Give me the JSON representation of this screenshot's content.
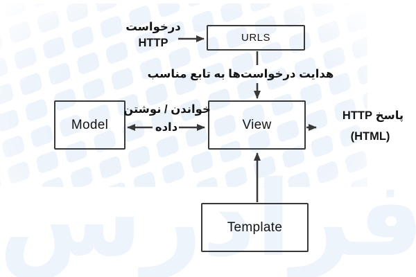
{
  "diagram": {
    "boxes": {
      "urls": {
        "label": "URLS"
      },
      "model": {
        "label": "Model"
      },
      "view": {
        "label": "View"
      },
      "template": {
        "label": "Template"
      }
    },
    "labels": {
      "request_line1": "درخواست",
      "request_line2": "HTTP",
      "route": "هدایت درخواست‌ها به تابع مناسب",
      "read_write": "خواندن / نوشتن",
      "data_word": "داده",
      "response_line1": "پاسخ HTTP",
      "response_line2": "(HTML)"
    },
    "watermark": {
      "text": "فرادرس"
    },
    "colors": {
      "stroke": "#383838",
      "text": "#141414",
      "watermark_tile": "#e9f1fa",
      "watermark_text": "#edf4fb",
      "background": "#ffffff"
    }
  }
}
